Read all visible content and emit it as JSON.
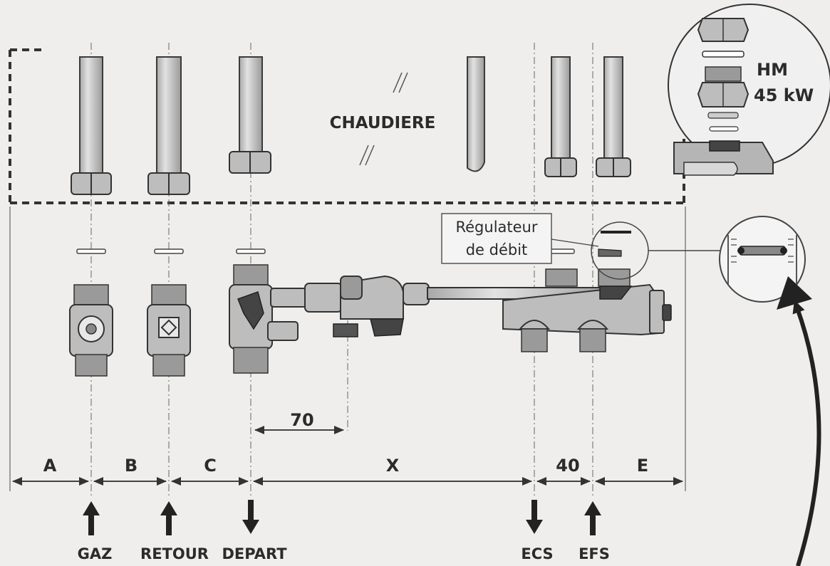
{
  "title": "CHAUDIERE",
  "inset_labels": {
    "line1": "HM",
    "line2": "45 kW"
  },
  "regulator_label": {
    "line1": "Régulateur",
    "line2": "de débit"
  },
  "dimensions": {
    "a": "A",
    "b": "B",
    "c": "C",
    "x": "X",
    "d40": "40",
    "e": "E",
    "d70": "70"
  },
  "connections": [
    {
      "key": "gaz",
      "label": "GAZ",
      "direction": "up"
    },
    {
      "key": "retour",
      "label": "RETOUR",
      "direction": "up"
    },
    {
      "key": "depart",
      "label": "DEPART",
      "direction": "down"
    },
    {
      "key": "ecs",
      "label": "ECS",
      "direction": "down"
    },
    {
      "key": "efs",
      "label": "EFS",
      "direction": "up"
    }
  ],
  "colors": {
    "ink": "#2b2b2b",
    "paper": "#efeeec",
    "metal": "#bdbdbd"
  }
}
